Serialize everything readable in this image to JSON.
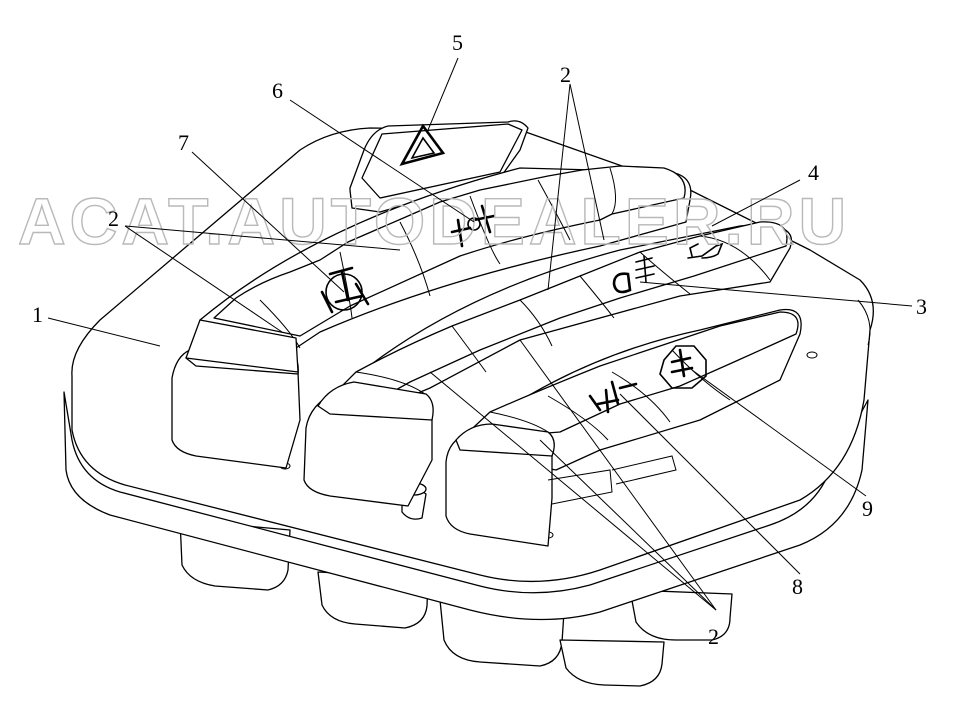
{
  "watermark": "ACAT.AUTODEALER.RU",
  "callouts": {
    "c1": "1",
    "c2_top": "2",
    "c2_left": "2",
    "c2_bottom": "2",
    "c3": "3",
    "c4": "4",
    "c5": "5",
    "c6": "6",
    "c7": "7",
    "c8": "8",
    "c9": "9"
  },
  "icons": {
    "hazard": "hazard-triangle-icon",
    "diff_lock": "differential-lock-icon",
    "axle_lock": "axle-lock-icon",
    "fog_light": "rear-fog-light-icon",
    "horn": "horn-icon",
    "drive_4x4": "all-wheel-drive-icon",
    "drive_4x4_lock": "all-wheel-drive-lock-icon"
  },
  "colors": {
    "line": "#000000",
    "watermark": "#b9b9b9",
    "background": "#ffffff"
  }
}
